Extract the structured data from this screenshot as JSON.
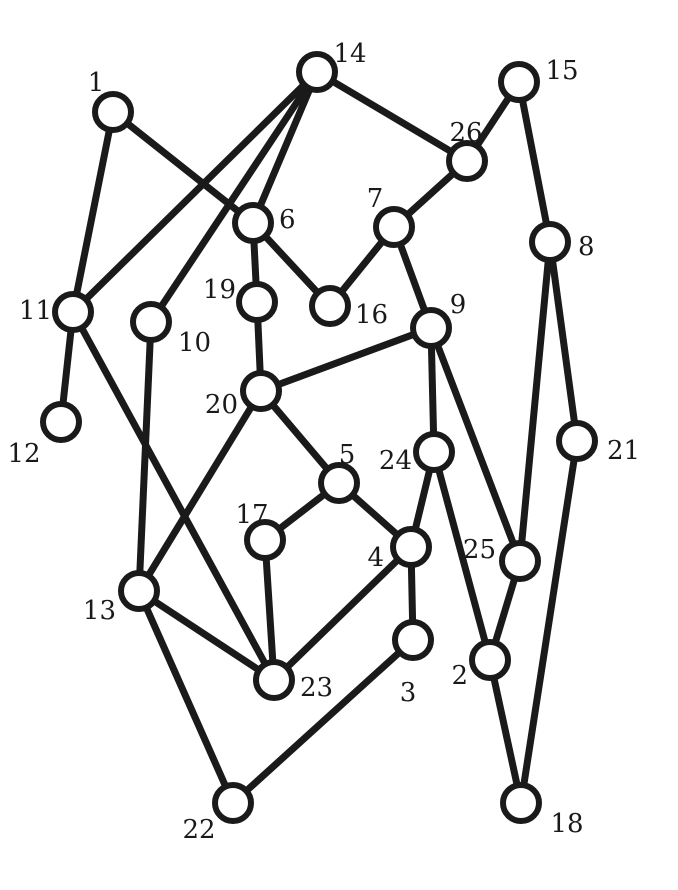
{
  "graph": {
    "nodes": [
      {
        "id": "1"
      },
      {
        "id": "2"
      },
      {
        "id": "3"
      },
      {
        "id": "4"
      },
      {
        "id": "5"
      },
      {
        "id": "6"
      },
      {
        "id": "7"
      },
      {
        "id": "8"
      },
      {
        "id": "9"
      },
      {
        "id": "10"
      },
      {
        "id": "11"
      },
      {
        "id": "12"
      },
      {
        "id": "13"
      },
      {
        "id": "14"
      },
      {
        "id": "15"
      },
      {
        "id": "16"
      },
      {
        "id": "17"
      },
      {
        "id": "18"
      },
      {
        "id": "19"
      },
      {
        "id": "20"
      },
      {
        "id": "21"
      },
      {
        "id": "22"
      },
      {
        "id": "23"
      },
      {
        "id": "24"
      },
      {
        "id": "25"
      },
      {
        "id": "26"
      }
    ],
    "edges": [
      [
        "14",
        "11"
      ],
      [
        "14",
        "10"
      ],
      [
        "14",
        "6"
      ],
      [
        "14",
        "26"
      ],
      [
        "1",
        "11"
      ],
      [
        "1",
        "6"
      ],
      [
        "15",
        "26"
      ],
      [
        "15",
        "8"
      ],
      [
        "26",
        "7"
      ],
      [
        "7",
        "16"
      ],
      [
        "7",
        "9"
      ],
      [
        "6",
        "19"
      ],
      [
        "6",
        "16"
      ],
      [
        "11",
        "12"
      ],
      [
        "11",
        "23"
      ],
      [
        "10",
        "13"
      ],
      [
        "19",
        "20"
      ],
      [
        "20",
        "9"
      ],
      [
        "20",
        "5"
      ],
      [
        "20",
        "13"
      ],
      [
        "9",
        "24"
      ],
      [
        "9",
        "25"
      ],
      [
        "8",
        "25"
      ],
      [
        "8",
        "21"
      ],
      [
        "5",
        "17"
      ],
      [
        "5",
        "4"
      ],
      [
        "24",
        "4"
      ],
      [
        "24",
        "2"
      ],
      [
        "17",
        "23"
      ],
      [
        "4",
        "23"
      ],
      [
        "4",
        "3"
      ],
      [
        "25",
        "2"
      ],
      [
        "2",
        "18"
      ],
      [
        "21",
        "18"
      ],
      [
        "13",
        "23"
      ],
      [
        "13",
        "22"
      ],
      [
        "3",
        "22"
      ]
    ]
  }
}
